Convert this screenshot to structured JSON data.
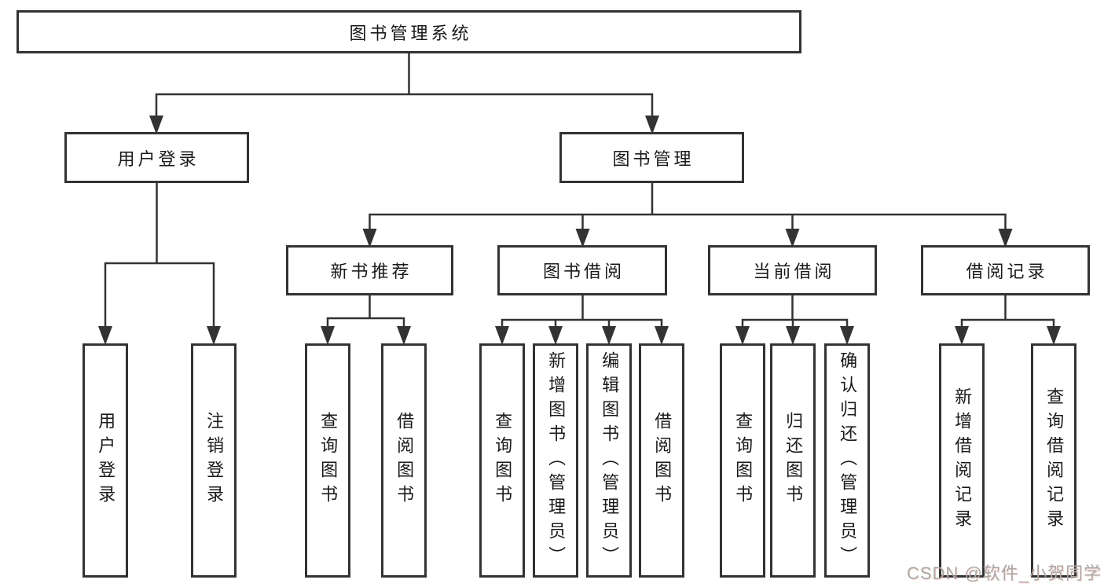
{
  "page": {
    "background": "#ffffff"
  },
  "diagram": {
    "type": "tree",
    "title": "图书管理系统",
    "colors": {
      "line": "#333333",
      "box_border": "#333333",
      "box_fill": "#ffffff",
      "text": "#1a1a1a",
      "watermark_text": "#a9a9a9"
    },
    "tree": {
      "label": "图书管理系统",
      "children": [
        {
          "label": "用户登录",
          "children": [
            {
              "label": "用户登录"
            },
            {
              "label": "注销登录"
            }
          ]
        },
        {
          "label": "图书管理",
          "children": [
            {
              "label": "新书推荐",
              "children": [
                {
                  "label": "查询图书"
                },
                {
                  "label": "借阅图书"
                }
              ]
            },
            {
              "label": "图书借阅",
              "children": [
                {
                  "label": "查询图书"
                },
                {
                  "label": "新增图书（管理员）"
                },
                {
                  "label": "编辑图书（管理员）"
                },
                {
                  "label": "借阅图书"
                }
              ]
            },
            {
              "label": "当前借阅",
              "children": [
                {
                  "label": "查询图书"
                },
                {
                  "label": "归还图书"
                },
                {
                  "label": "确认归还（管理员）"
                }
              ]
            },
            {
              "label": "借阅记录",
              "children": [
                {
                  "label": "新增借阅记录"
                },
                {
                  "label": "查询借阅记录"
                }
              ]
            }
          ]
        }
      ]
    },
    "watermark": {
      "text": "CSDN @软件_小贺同学"
    }
  }
}
